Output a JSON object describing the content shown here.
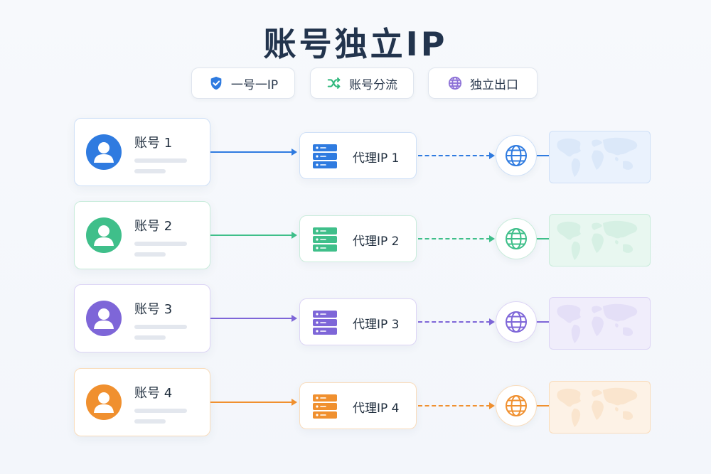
{
  "title": "账号独立IP",
  "features": [
    {
      "label": "一号一IP",
      "icon": "shield-check-icon",
      "color": "#2f7be0"
    },
    {
      "label": "账号分流",
      "icon": "shuffle-icon",
      "color": "#2fb87c"
    },
    {
      "label": "独立出口",
      "icon": "globe-icon",
      "color": "#8b6fd6"
    }
  ],
  "rows": [
    {
      "account": "账号 1",
      "proxy": "代理IP 1",
      "color": "#2f7be0",
      "light": "#cfe0f7",
      "tint": "#eaf2fd"
    },
    {
      "account": "账号 2",
      "proxy": "代理IP 2",
      "color": "#3fbf8a",
      "light": "#c9ecdb",
      "tint": "#e8f7f0"
    },
    {
      "account": "账号 3",
      "proxy": "代理IP 3",
      "color": "#7e66d8",
      "light": "#dcd4f5",
      "tint": "#f0edfb"
    },
    {
      "account": "账号 4",
      "proxy": "代理IP 4",
      "color": "#f0902f",
      "light": "#f9dcbb",
      "tint": "#fdf2e6"
    }
  ]
}
